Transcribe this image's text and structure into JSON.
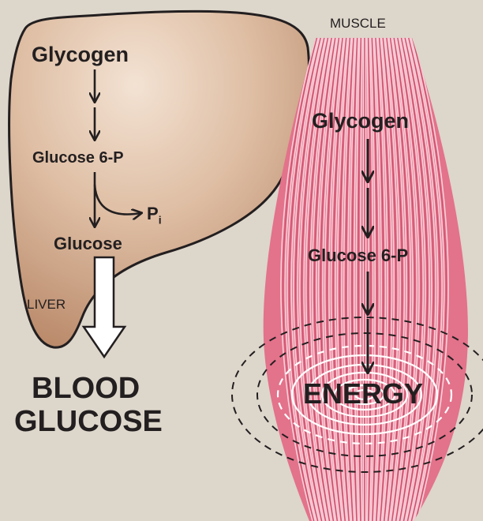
{
  "liver": {
    "organ_label": "LIVER",
    "glycogen": "Glycogen",
    "glucose6p": "Glucose 6-P",
    "phosphate": "P",
    "phosphate_sub": "i",
    "glucose": "Glucose",
    "output_line1": "BLOOD",
    "output_line2": "GLUCOSE"
  },
  "muscle": {
    "organ_label": "MUSCLE",
    "glycogen": "Glycogen",
    "glucose6p": "Glucose 6-P",
    "energy": "ENERGY"
  },
  "colors": {
    "background": "#ddd6cb",
    "liver_fill": "#c99d7d",
    "liver_highlight": "#f3e2d3",
    "muscle_fill": "#e3728b",
    "muscle_stripe": "#fbe0e6",
    "ink": "#231f20"
  }
}
